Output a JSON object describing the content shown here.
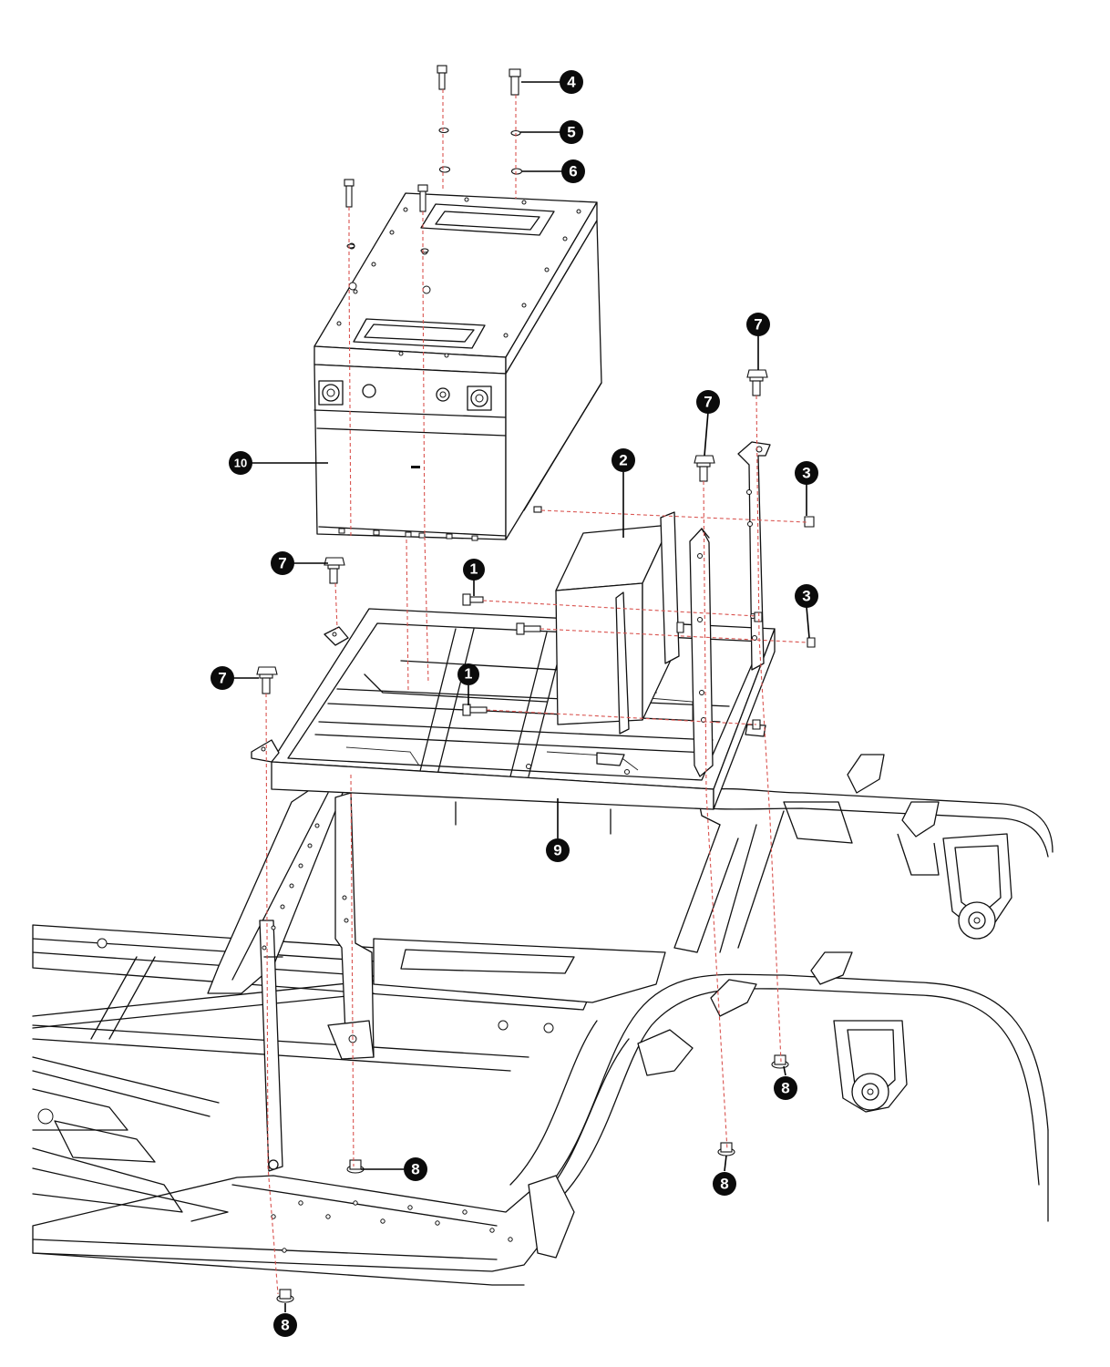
{
  "callouts": [
    {
      "label": "1"
    },
    {
      "label": "1"
    },
    {
      "label": "2"
    },
    {
      "label": "3"
    },
    {
      "label": "3"
    },
    {
      "label": "4"
    },
    {
      "label": "5"
    },
    {
      "label": "6"
    },
    {
      "label": "7"
    },
    {
      "label": "7"
    },
    {
      "label": "7"
    },
    {
      "label": "7"
    },
    {
      "label": "8"
    },
    {
      "label": "8"
    },
    {
      "label": "8"
    },
    {
      "label": "8"
    },
    {
      "label": "9"
    },
    {
      "label": "10"
    }
  ]
}
